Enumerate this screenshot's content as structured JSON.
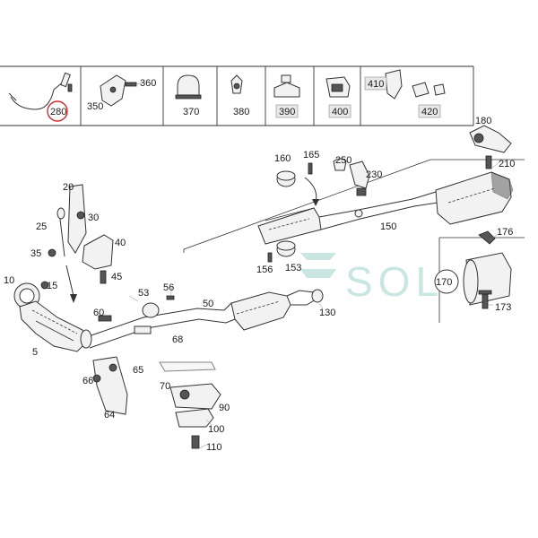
{
  "labels": {
    "top_strip": [
      "280",
      "350",
      "360",
      "370",
      "380",
      "390",
      "400",
      "410",
      "420"
    ],
    "main": [
      "5",
      "10",
      "15",
      "20",
      "25",
      "30",
      "35",
      "40",
      "45",
      "50",
      "53",
      "56",
      "60",
      "64",
      "65",
      "66",
      "68",
      "70",
      "90",
      "100",
      "110",
      "130",
      "150",
      "153",
      "156",
      "160",
      "165",
      "170",
      "173",
      "176",
      "180",
      "210",
      "230",
      "250"
    ]
  },
  "highlighted_label": "280",
  "watermark": "SOL",
  "colors": {
    "highlight_ring": "#d62828",
    "watermark": "#c9e6e3",
    "ink": "#1a1a1a",
    "callout": "#8a8a8a"
  }
}
